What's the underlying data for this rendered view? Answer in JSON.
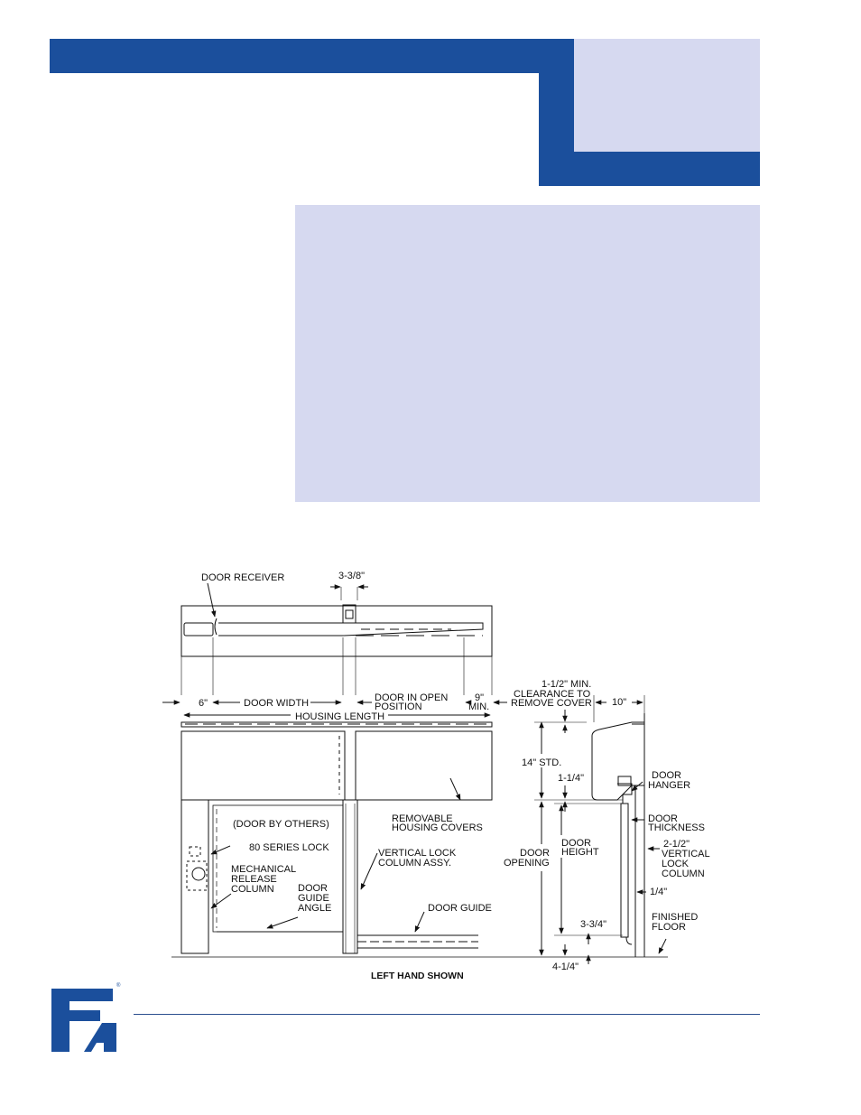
{
  "colors": {
    "brand_blue": "#1b4f9c",
    "panel_lavender": "#d6d9f0",
    "rule_blue": "#2b4f8f",
    "line": "#111111"
  },
  "drawing": {
    "labels": {
      "door_receiver": "DOOR RECEIVER",
      "dim_3_3_8": "3-3/8\"",
      "six_in": "6\"",
      "door_width": "DOOR WIDTH",
      "door_in_open_1": "DOOR IN OPEN",
      "door_in_open_2": "POSITION",
      "nine_in_1": "9\"",
      "nine_in_2": "MIN.",
      "housing_length": "HOUSING LENGTH",
      "clearance_1": "1-1/2\" MIN.",
      "clearance_2": "CLEARANCE TO",
      "clearance_3": "REMOVE COVER",
      "ten_in": "10\"",
      "std_14": "14\" STD.",
      "one_quarter_top": "1-1/4\"",
      "door_hanger_1": "DOOR",
      "door_hanger_2": "HANGER",
      "door_by_others": "(DOOR BY OTHERS)",
      "removable_1": "REMOVABLE",
      "removable_2": "HOUSING COVERS",
      "door_thickness_1": "DOOR",
      "door_thickness_2": "THICKNESS",
      "series_lock": "80 SERIES LOCK",
      "vertical_lock_1": "VERTICAL LOCK",
      "vertical_lock_2": "COLUMN ASSY.",
      "door_opening_1": "DOOR",
      "door_opening_2": "OPENING",
      "door_height_1": "DOOR",
      "door_height_2": "HEIGHT",
      "col_2_5_1": "2-1/2\"",
      "col_2_5_2": "VERTICAL",
      "col_2_5_3": "LOCK",
      "col_2_5_4": "COLUMN",
      "mech_1": "MECHANICAL",
      "mech_2": "RELEASE",
      "mech_3": "COLUMN",
      "guide_angle_1": "DOOR",
      "guide_angle_2": "GUIDE",
      "guide_angle_3": "ANGLE",
      "quarter": "1/4\"",
      "door_guide": "DOOR GUIDE",
      "three_3_4": "3-3/4\"",
      "finished_1": "FINISHED",
      "finished_2": "FLOOR",
      "four_1_4": "4-1/4\"",
      "left_hand": "LEFT HAND SHOWN"
    }
  },
  "logo": {
    "name": "company-logo",
    "registered": "®"
  }
}
